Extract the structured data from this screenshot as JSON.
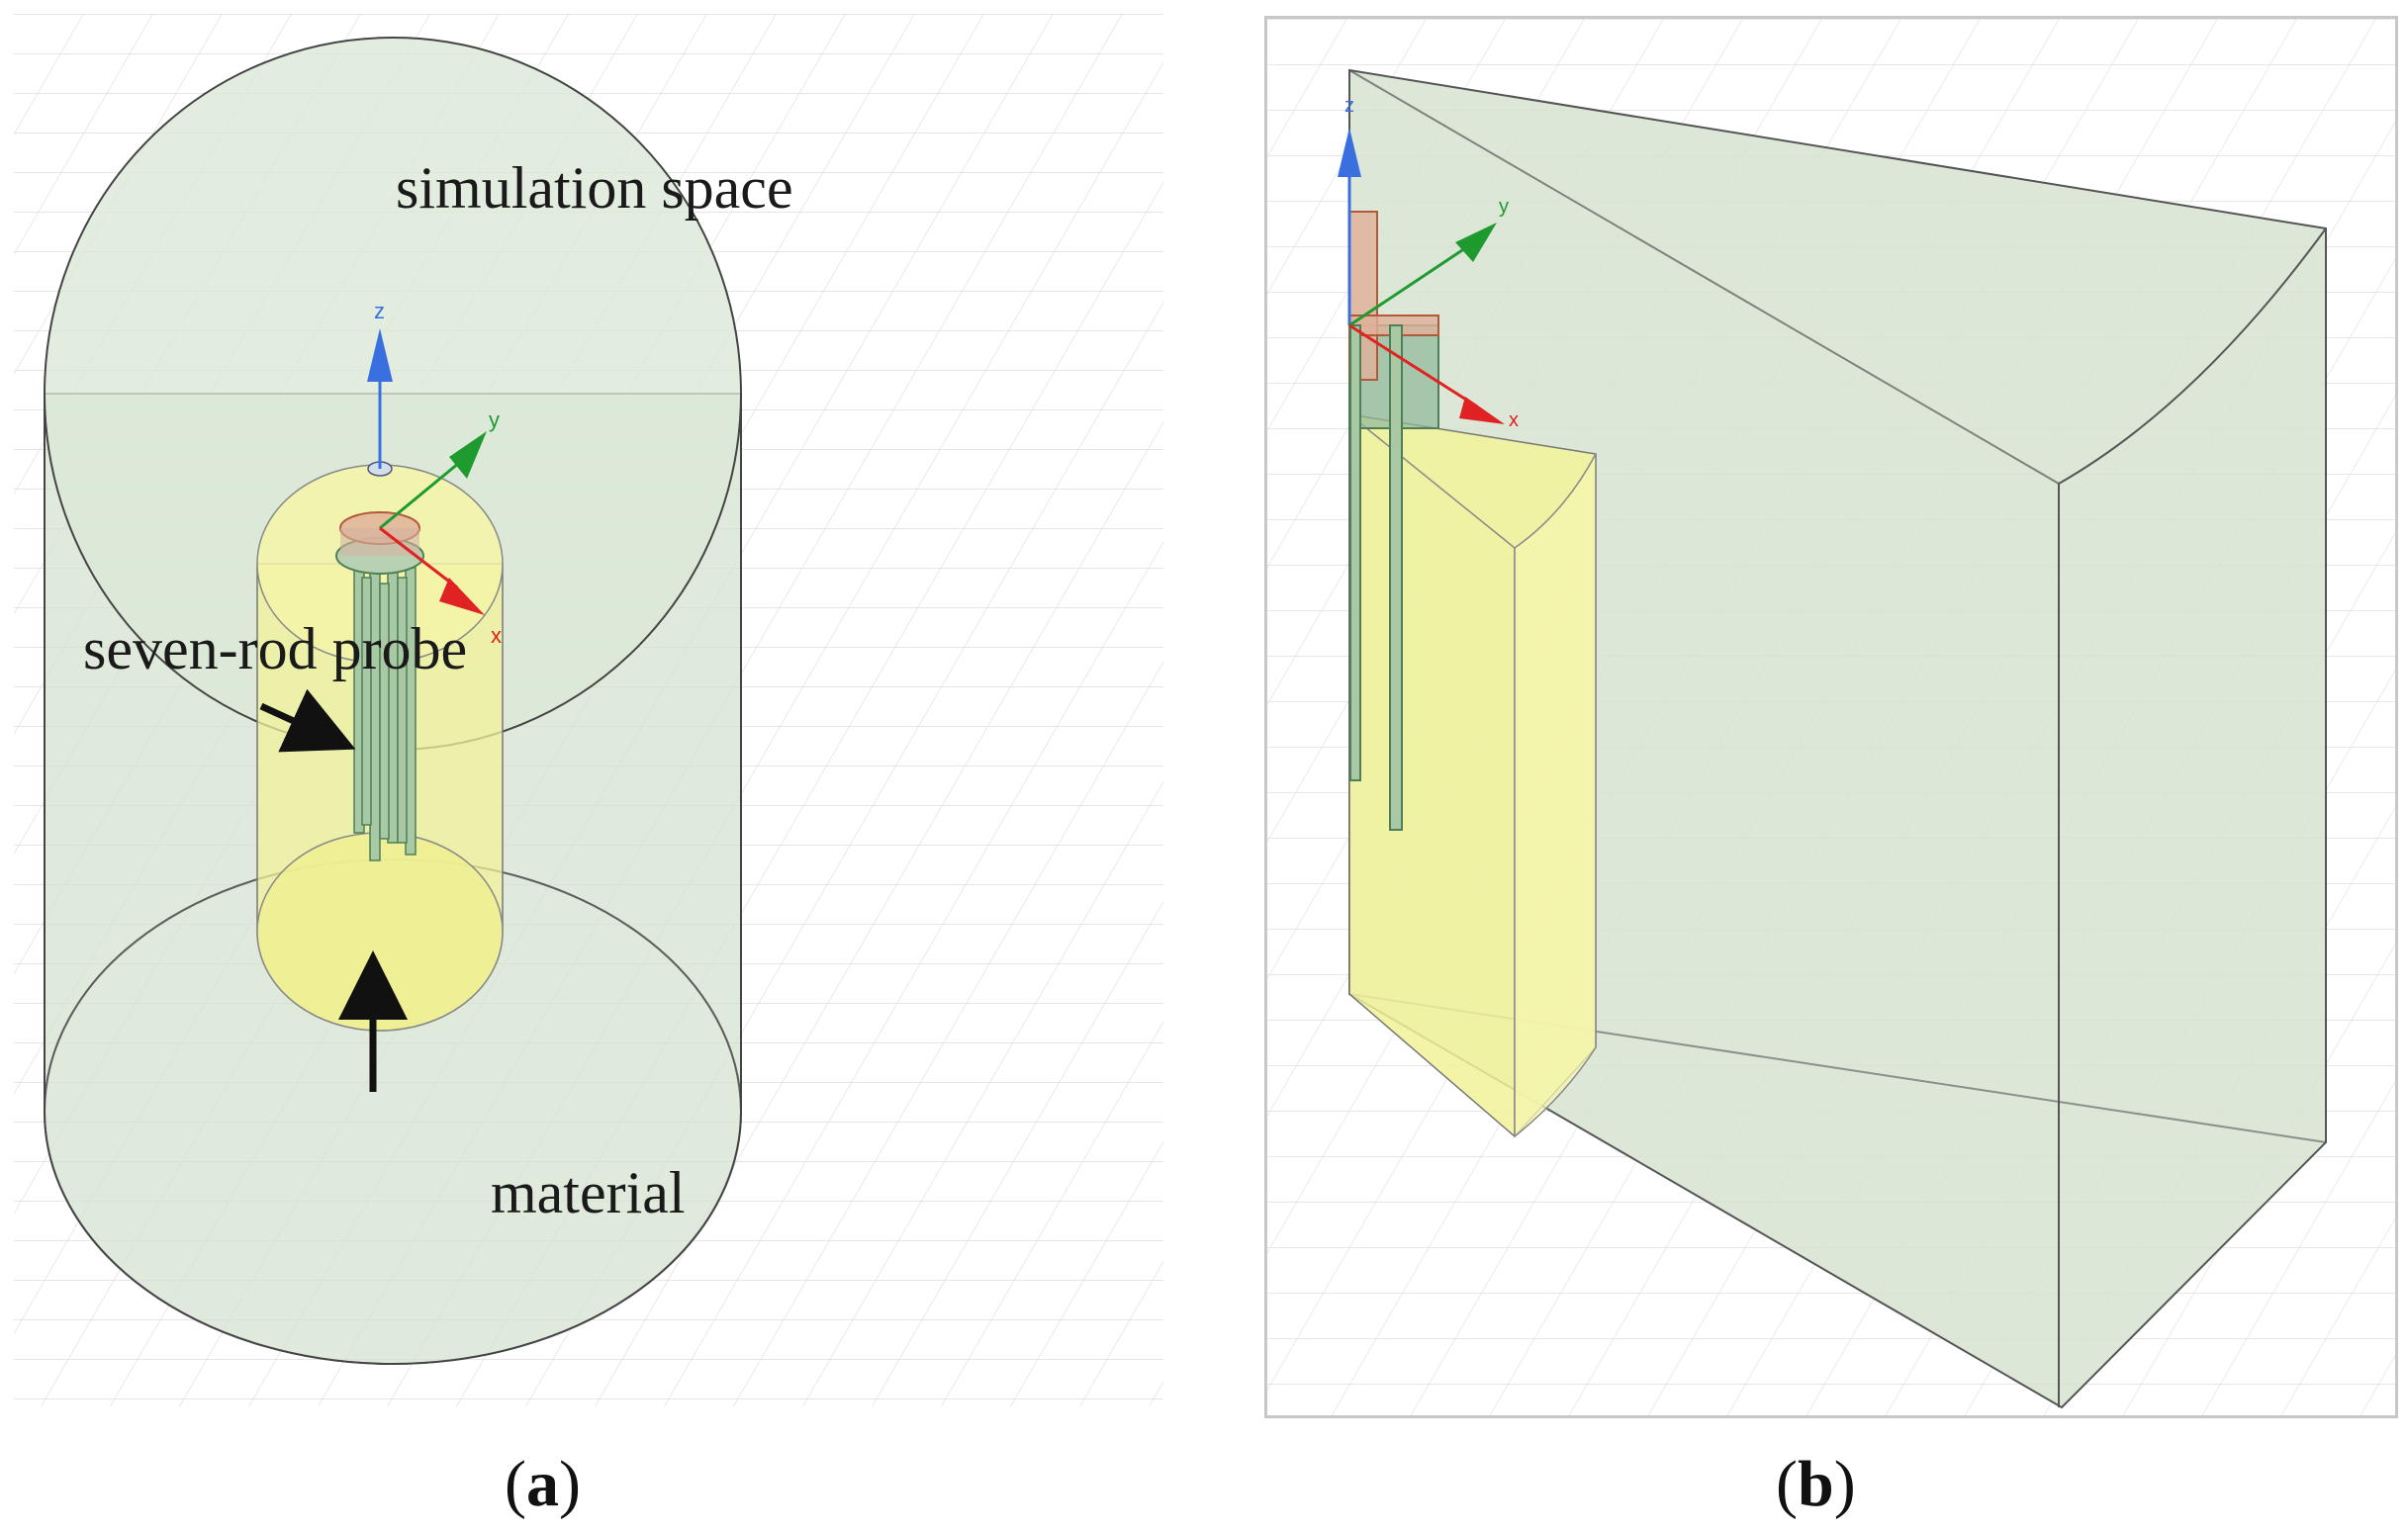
{
  "panel_a": {
    "caption_letter": "a",
    "labels": {
      "simulation_space": "simulation space",
      "probe": "seven-rod probe",
      "material": "material"
    },
    "axis_labels": {
      "x": "x",
      "y": "y",
      "z": "z"
    }
  },
  "panel_b": {
    "caption_letter": "b",
    "axis_labels": {
      "x": "x",
      "y": "y",
      "z": "z"
    }
  },
  "colors": {
    "simulation_space_fill": "#d4e2d0",
    "material_fill": "#f2f29a",
    "probe": "#8fb89a",
    "probe_head": "#d79a80",
    "axis_x": "#e02222",
    "axis_y": "#1f9a2f",
    "axis_z": "#3a6fe0",
    "grid": "#d9d9d9"
  }
}
